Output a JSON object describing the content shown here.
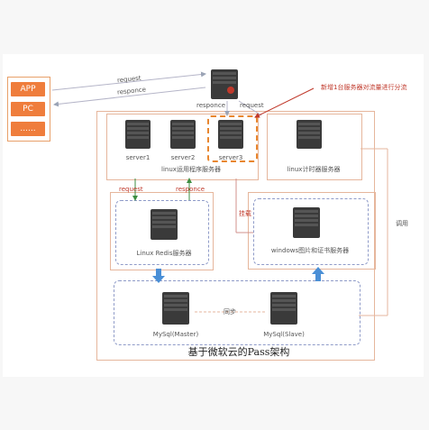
{
  "clients": {
    "items": [
      "APP",
      "PC",
      "......"
    ]
  },
  "edges": {
    "request_top": "request",
    "response_top": "responce",
    "response_mid": "responce",
    "request_mid": "request",
    "request_left": "request",
    "response_left": "responce",
    "mount": "挂载",
    "call": "调用",
    "sync": "同步"
  },
  "annotation": "新增1台服务器对流量进行分流",
  "servers": {
    "server1": "server1",
    "server2": "server2",
    "server3": "server3",
    "app_cluster": "linux运用程序服务器",
    "scheduler": "linux计时器服务器",
    "redis": "Linux Redis服务器",
    "windows_files": "windows图片和证书服务器",
    "mysql_master": "MySql(Master)",
    "mysql_slave": "MySql(Slave)"
  },
  "footer_title": "基于微软云的Pass架构",
  "colors": {
    "accent_orange": "#e8862e",
    "annotation_red": "#c0392b",
    "link_blue": "#4a8fd6",
    "arrow_green": "#3e8e41"
  }
}
